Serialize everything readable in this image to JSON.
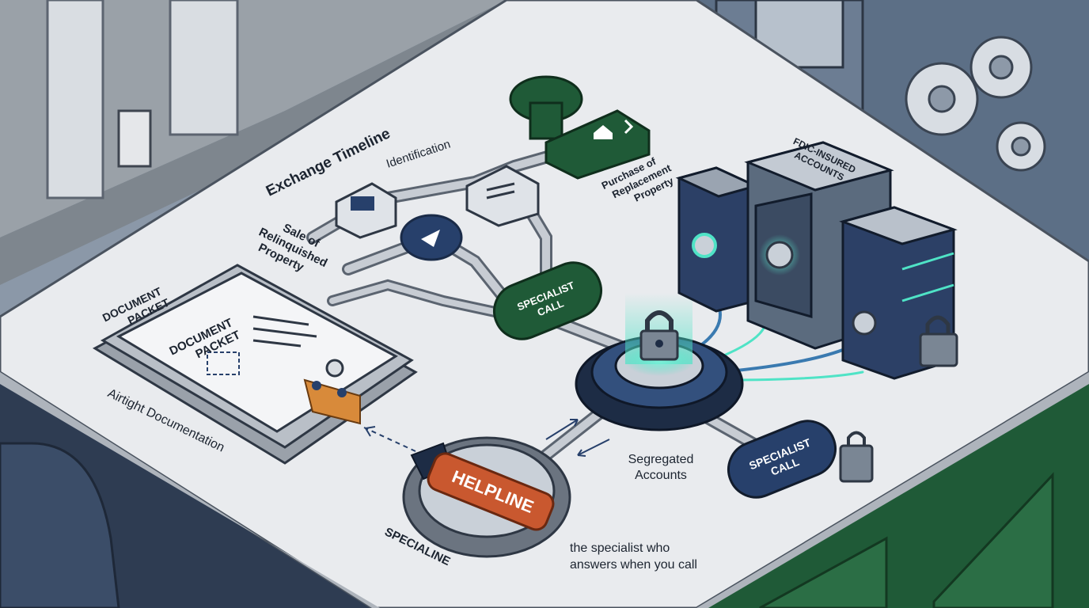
{
  "diagram": {
    "exchange_timeline_title": "Exchange Timeline",
    "identification_label": "Identification",
    "sale_label": [
      "Sale of",
      "Relinquished",
      "Property"
    ],
    "purchase_label": [
      "Purchase of",
      "Replacement",
      "Property"
    ],
    "document_packet_outer": [
      "DOCUMENT",
      "PACKET"
    ],
    "document_packet_inner": [
      "DOCUMENT",
      "PACKET"
    ],
    "airtight_label": "Airtight Documentation",
    "specialist_call_top": [
      "SPECIALIST",
      "CALL"
    ],
    "specialist_call_bottom": [
      "SPECIALIST",
      "CALL"
    ],
    "fdic_label": [
      "FDIC-INSURED",
      "ACCOUNTS"
    ],
    "segregated_label": [
      "Segregated",
      "Accounts"
    ],
    "helpline_label": "HELPLINE",
    "specialine_label": "SPECIALINE",
    "specialist_caption": [
      "the specialist who",
      "answers when you call"
    ]
  },
  "colors": {
    "desk_top": "#e9ebee",
    "desk_edge": "#aeb4bc",
    "navy": "#27406b",
    "green": "#1f5a37",
    "teal_glow": "#4fe3c6",
    "helpline": "#c9582f",
    "wall": "#5c6f86"
  }
}
